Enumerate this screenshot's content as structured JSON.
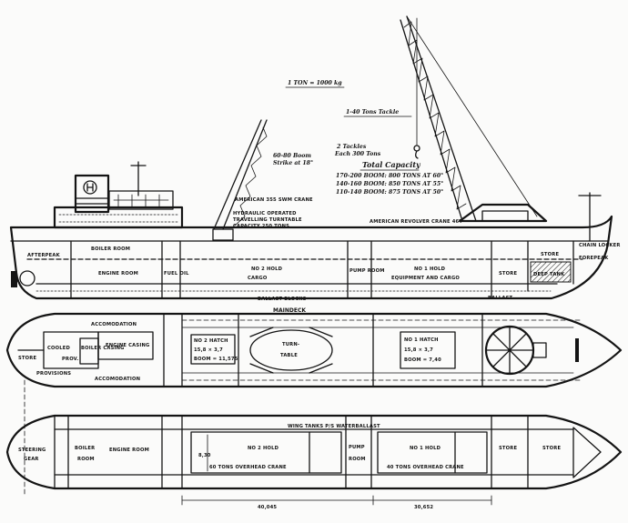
{
  "notes": {
    "ton": "1 TON = 1000 kg",
    "tackle_1": "1-40 Tons Tackle",
    "boom_1": "60-80 Boom",
    "boom_1_strike": "Strike at 18°",
    "tackle_2": "2 Tackles",
    "tackle_2_sub": "Each 300 Tons",
    "capacity_title": "Total Capacity",
    "capacity_rows": [
      "170-200 BOOM: 800 TONS AT 60°",
      "140-160 BOOM: 850 TONS AT 55°",
      "110-140 BOOM: 875 TONS AT 50°"
    ]
  },
  "profile": {
    "crane_small": "AMERICAN 355 SWM CRANE",
    "hydraulic_1": "HYDRAULIC OPERATED",
    "hydraulic_2": "TRAVELLING TURNTABLE",
    "hydraulic_3": "CAPACITY 250 TONS",
    "crane_big": "AMERICAN REVOLVER CRANE 46T",
    "afterpeak": "AFTERPEAK",
    "boiler_room": "BOILER ROOM",
    "engine_room": "ENGINE ROOM",
    "fuel_oil": "FUEL OIL",
    "hold2": "NO 2 HOLD",
    "hold2_sub": "CARGO",
    "pump_room": "PUMP ROOM",
    "hold1": "NO 1 HOLD",
    "hold1_sub": "EQUIPMENT AND CARGO",
    "store": "STORE",
    "store_mid": "STORE",
    "chain_locker": "CHAIN LOCKER",
    "forepeak": "FOREPEAK",
    "deep_tank": "DEEP TANK",
    "ballast_blocks": "BALLAST BLOCKS",
    "ballast": "BALLAST"
  },
  "maindeck": {
    "title": "MAINDECK",
    "accommodation_top": "ACCOMODATION",
    "accommodation_bottom": "ACCOMODATION",
    "stores": "STORE",
    "prov": "PROV.",
    "cooled": "COOLED",
    "boiler_casing": "BOILER CASING",
    "engine_casing": "ENGINE CASING",
    "provisions": "PROVISIONS",
    "hatch2_title": "NO 2 HATCH",
    "hatch2_dims": "15,8 × 3,7",
    "hatch2_boom": "BOOM = 11,575",
    "turntable_1": "TURN-",
    "turntable_2": "TABLE",
    "hatch1_title": "NO 1 HATCH",
    "hatch1_dims": "15,8 × 3,7",
    "hatch1_boom": "BOOM = 7,40"
  },
  "hold_plan": {
    "wing_tanks": "WING TANKS P/S WATERBALLAST",
    "steering_1": "STEERING",
    "steering_2": "GEAR",
    "boiler": "BOILER",
    "boiler_sub": "ROOM",
    "engine_room": "ENGINE ROOM",
    "hold2": "NO 2 HOLD",
    "crane2": "60 TONS OVERHEAD CRANE",
    "pump": "PUMP",
    "pump_sub": "ROOM",
    "hold1": "NO 1 HOLD",
    "crane1": "40 TONS OVERHEAD CRANE",
    "store": "STORE",
    "store_fwd": "STORE",
    "width_dim": "8,30",
    "length_hold2": "40,045",
    "length_hold1": "30,652"
  }
}
